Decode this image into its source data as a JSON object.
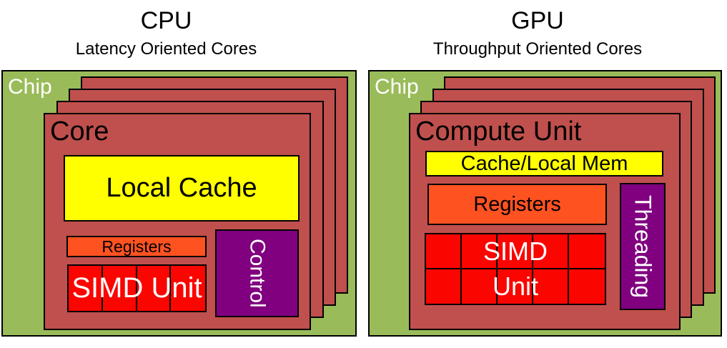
{
  "colors": {
    "chip_green": "#9ABB59",
    "core_red": "#C0504D",
    "cache_yellow": "#FFFF00",
    "registers_orange": "#FF5221",
    "simd_red": "#FB0500",
    "control_purple": "#800080",
    "outline_black": "#000000"
  },
  "cpu": {
    "title": "CPU",
    "subtitle": "Latency Oriented Cores",
    "chip_label": "Chip",
    "core_label": "Core",
    "blocks": {
      "cache": "Local Cache",
      "registers": "Registers",
      "simd": "SIMD Unit",
      "control": "Control"
    },
    "simd_grid": {
      "cols": 4,
      "rows": 1
    }
  },
  "gpu": {
    "title": "GPU",
    "subtitle": "Throughput Oriented Cores",
    "chip_label": "Chip",
    "core_label": "Compute Unit",
    "blocks": {
      "cache": "Cache/Local Mem",
      "registers": "Registers",
      "simd_line1": "SIMD",
      "simd_line2": "Unit",
      "control": "Threading"
    },
    "simd_grid": {
      "cols": 5,
      "rows": 2
    }
  }
}
